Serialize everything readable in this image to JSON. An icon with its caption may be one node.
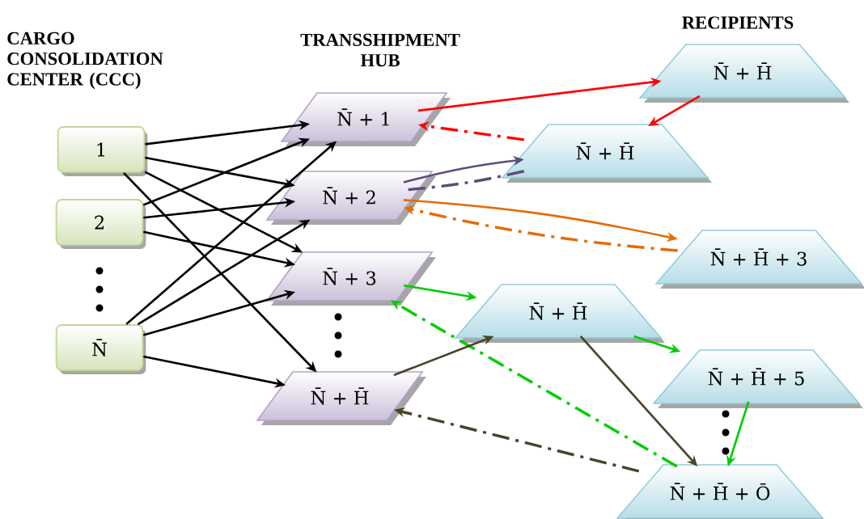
{
  "diagram": {
    "nodes": [
      {
        "text": [
          "1"
        ]
      },
      {
        "text": [
          "2"
        ]
      },
      {
        "text": [
          "N̄"
        ]
      },
      {
        "text": [
          "N̄ + 1"
        ]
      },
      {
        "text": [
          "N̄ + 2"
        ]
      },
      {
        "text": [
          "N̄ + 3"
        ]
      },
      {
        "text": [
          "N̄ + H̄"
        ]
      },
      {
        "text": [
          "N̄ + H̄"
        ]
      },
      {
        "text": [
          "N̄ + H̄"
        ]
      },
      {
        "text": [
          "N̄ + H̄ + 3"
        ]
      },
      {
        "text": [
          "N̄ + H̄"
        ]
      },
      {
        "text": [
          "N̄ + H̄ + 5"
        ]
      },
      {
        "text": [
          "N̄ + H̄ + Ō"
        ]
      }
    ],
    "edges": [
      {
        "from": 0,
        "to": 3,
        "arrow": "to"
      },
      {
        "from": 0,
        "to": 4,
        "arrow": "to"
      },
      {
        "from": 0,
        "to": 5,
        "arrow": "to"
      },
      {
        "from": 0,
        "to": 6,
        "arrow": "to"
      },
      {
        "from": 1,
        "to": 3,
        "arrow": "to"
      },
      {
        "from": 1,
        "to": 4,
        "arrow": "to"
      },
      {
        "from": 1,
        "to": 5,
        "arrow": "to"
      },
      {
        "from": 2,
        "to": 3,
        "arrow": "to"
      },
      {
        "from": 2,
        "to": 4,
        "arrow": "to"
      },
      {
        "from": 2,
        "to": 5,
        "arrow": "to"
      },
      {
        "from": 2,
        "to": 6,
        "arrow": "to"
      },
      {
        "from": 3,
        "to": 7,
        "arrow": "to",
        "color": "#ff0000"
      },
      {
        "from": 7,
        "to": 8,
        "arrow": "to",
        "color": "#ff0000"
      },
      {
        "from": 8,
        "to": 3,
        "arrow": "to",
        "style": "dashed",
        "color": "#ff0000"
      },
      {
        "from": 4,
        "to": 8,
        "arrow": "to",
        "color": "#604a7b"
      },
      {
        "from": 8,
        "to": 4,
        "arrow": "none",
        "style": "dashed",
        "color": "#604a7b"
      },
      {
        "from": 4,
        "to": 9,
        "arrow": "to",
        "color": "#e36c09"
      },
      {
        "from": 9,
        "to": 4,
        "arrow": "to",
        "style": "dashed",
        "color": "#e36c09"
      },
      {
        "from": 5,
        "to": 10,
        "arrow": "to",
        "color": "#00cc00"
      },
      {
        "from": 10,
        "to": 11,
        "arrow": "to",
        "color": "#00cc00"
      },
      {
        "from": 11,
        "to": 12,
        "arrow": "to",
        "color": "#00cc00"
      },
      {
        "from": 12,
        "to": 5,
        "arrow": "to",
        "style": "dashed",
        "color": "#00cc00"
      },
      {
        "from": 6,
        "to": 10,
        "arrow": "to",
        "color": "#494429"
      },
      {
        "from": 10,
        "to": 12,
        "arrow": "to",
        "color": "#494429"
      },
      {
        "from": 12,
        "to": 6,
        "arrow": "to",
        "style": "dashed",
        "color": "#494429"
      }
    ],
    "labels": [
      "CARGO CONSOLIDATION CENTER (CCC)",
      "TRANSSHIPMENT HUB",
      "RECIPIENTS"
    ]
  }
}
